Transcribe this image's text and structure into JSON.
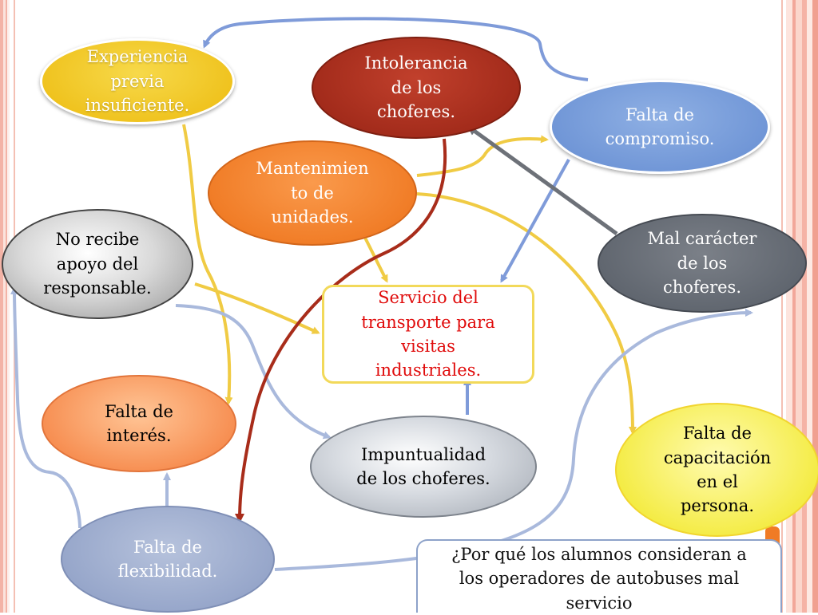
{
  "nodes": {
    "experiencia": [
      "Experiencia",
      "previa",
      "insuficiente."
    ],
    "intolerancia": [
      "Intolerancia",
      "de los",
      "choferes."
    ],
    "compromiso": [
      "Falta de",
      "compromiso."
    ],
    "mantenimiento": [
      "Mantenimien",
      "to de",
      "unidades."
    ],
    "apoyo": [
      "No recibe",
      "apoyo del",
      "responsable."
    ],
    "caracter": [
      "Mal carácter",
      "de los",
      "choferes."
    ],
    "interes": [
      "Falta de",
      "interés."
    ],
    "impuntualidad": [
      "Impuntualidad",
      "de los choferes."
    ],
    "capacitacion": [
      "Falta de",
      "capacitación",
      "en el",
      "persona."
    ],
    "flexibilidad": [
      "Falta de",
      "flexibilidad."
    ]
  },
  "center": [
    "Servicio del",
    "transporte para",
    "visitas",
    "industriales."
  ],
  "question": [
    "¿Por qué los alumnos consideran a",
    "los operadores de autobuses mal",
    "servicio"
  ],
  "colors": {
    "yellow_arrow": "#f0cb44",
    "blue_arrow": "#7f9bd9",
    "lightblue_arrow": "#a9b9dc",
    "red_arrow": "#a82c1a",
    "gray_arrow": "#6d7178",
    "center_text": "#e00b0b"
  }
}
